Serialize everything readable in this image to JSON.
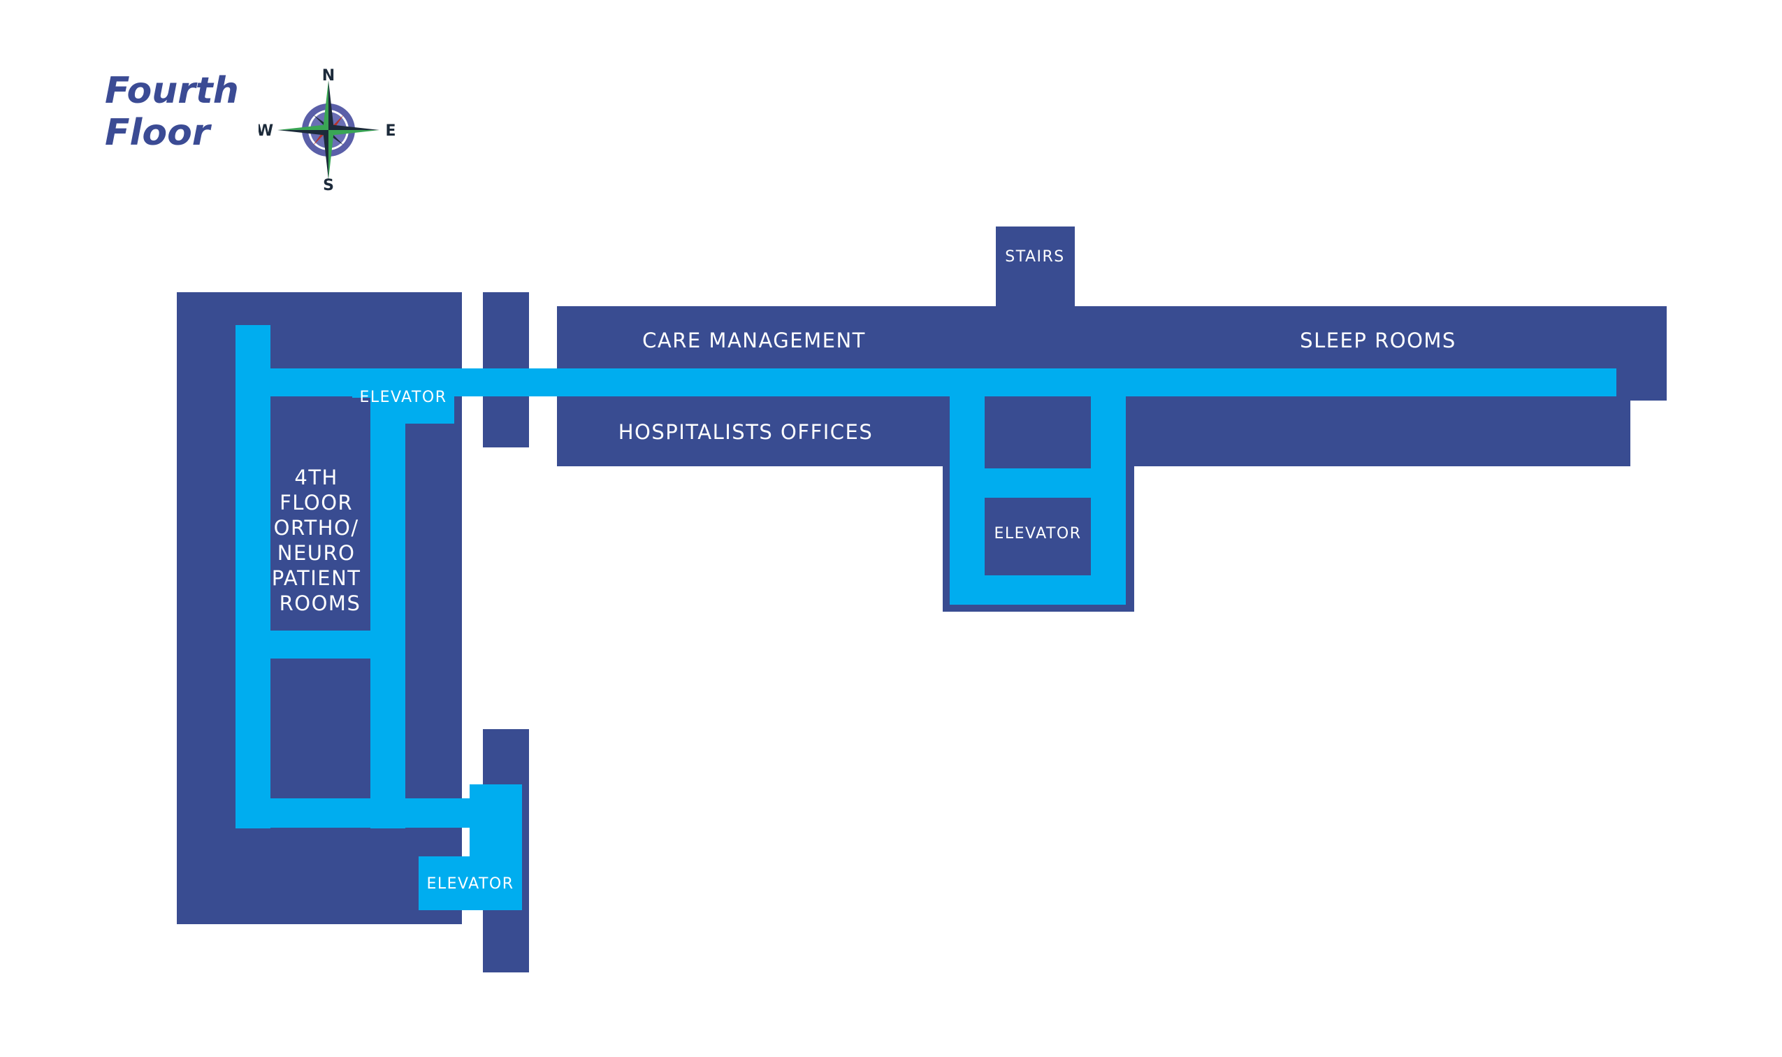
{
  "title": {
    "line1": "Fourth",
    "line2": "Floor"
  },
  "compass": {
    "north": "N",
    "south": "S",
    "east": "E",
    "west": "W"
  },
  "labels": {
    "stairs": "STAIRS",
    "care_management": "CARE MANAGEMENT",
    "sleep_rooms": "SLEEP ROOMS",
    "hospitalists_offices": "HOSPITALISTS OFFICES",
    "elevator_northwest": "ELEVATOR",
    "elevator_center": "ELEVATOR",
    "elevator_southwest": "ELEVATOR",
    "patient_rooms": [
      "4TH",
      "FLOOR",
      "ORTHO/",
      "NEURO",
      "PATIENT",
      "ROOMS"
    ]
  },
  "colors": {
    "building": "#394c91",
    "corridor": "#00adef",
    "title": "#3b4b94",
    "compass_green": "#3aa655",
    "compass_dark": "#1c2a3a",
    "compass_ring": "#5a5fa8",
    "compass_red": "#b3322a"
  }
}
